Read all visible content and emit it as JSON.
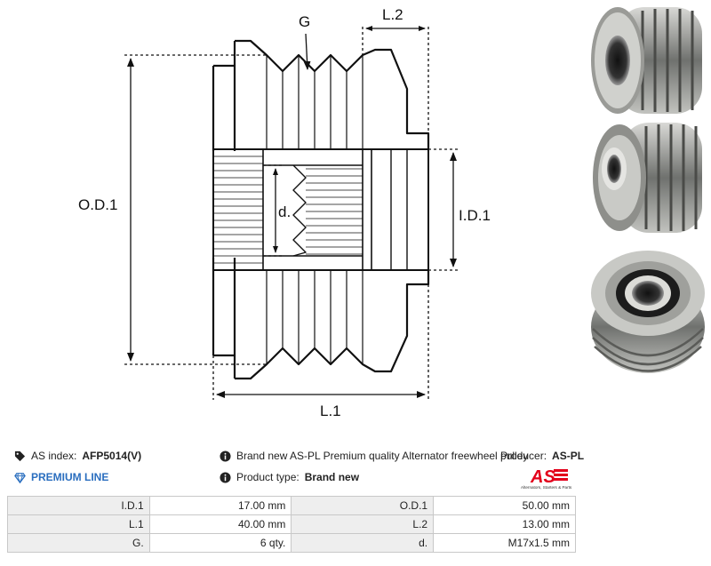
{
  "diagram": {
    "labels": {
      "od1": "O.D.1",
      "id1": "I.D.1",
      "l1": "L.1",
      "l2": "L.2",
      "g": "G",
      "d": "d."
    }
  },
  "photos": {
    "icons": [
      "pulley-photo-front",
      "pulley-photo-angle",
      "pulley-photo-back"
    ]
  },
  "info": {
    "as_index_label": "AS index:",
    "as_index_value": "AFP5014(V)",
    "premium_line": "PREMIUM LINE",
    "description": "Brand new AS-PL Premium quality Alternator freewheel pulley",
    "producer_label": "Producer:",
    "producer_value": "AS-PL",
    "product_type_label": "Product type:",
    "product_type_value": "Brand new",
    "logo_text": "AS",
    "logo_tagline": "Alternators, Starters & Parts"
  },
  "specs": [
    [
      "I.D.1",
      "17.00 mm",
      "O.D.1",
      "50.00 mm"
    ],
    [
      "L.1",
      "40.00 mm",
      "L.2",
      "13.00 mm"
    ],
    [
      "G.",
      "6 qty.",
      "d.",
      "M17x1.5 mm"
    ]
  ],
  "colors": {
    "accent_blue": "#2a6ebf",
    "logo_red": "#e3001b",
    "table_label_bg": "#eeeeee"
  }
}
